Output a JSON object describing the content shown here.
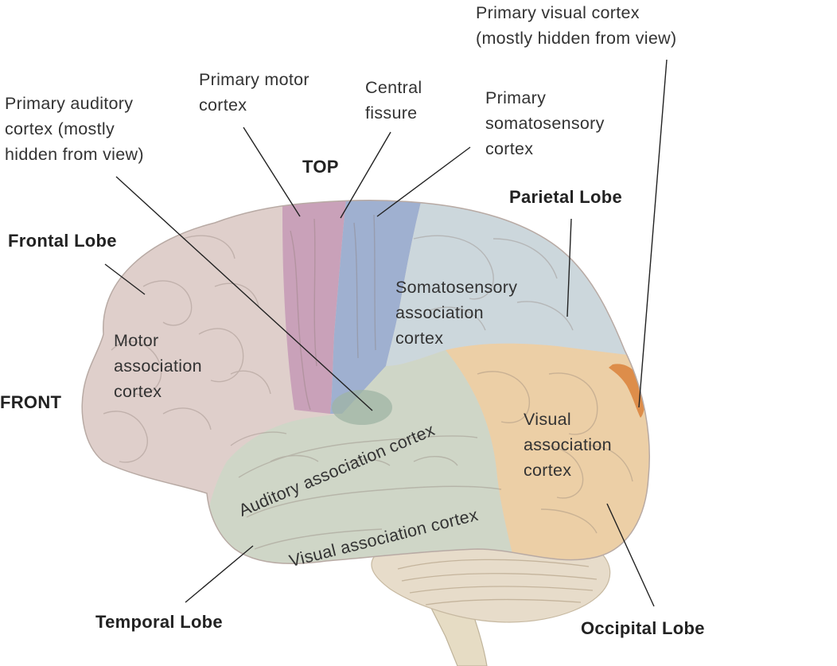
{
  "labels": {
    "primary_visual_cortex": "Primary visual cortex\n(mostly hidden from view)",
    "primary_motor_cortex": "Primary motor\ncortex",
    "central_fissure": "Central\nfissure",
    "primary_somatosensory_cortex": "Primary\nsomatosensory\ncortex",
    "primary_auditory_cortex": "Primary auditory\ncortex (mostly\nhidden from view)",
    "top": "TOP",
    "parietal_lobe": "Parietal Lobe",
    "frontal_lobe": "Frontal Lobe",
    "somatosensory_association_cortex": "Somatosensory\nassociation\ncortex",
    "motor_association_cortex": "Motor\nassociation\ncortex",
    "front": "FRONT",
    "visual_association_cortex_occipital": "Visual\nassociation\ncortex",
    "auditory_association_cortex": "Auditory association cortex",
    "visual_association_cortex_temporal": "Visual association cortex",
    "temporal_lobe": "Temporal Lobe",
    "occipital_lobe": "Occipital Lobe"
  },
  "colors": {
    "frontal": "#dfcfcb",
    "motor": "#c9a1b9",
    "somatosensory": "#9fb0d0",
    "parietal": "#ccd7dc",
    "occipital": "#eccfa6",
    "temporal": "#cfd6c7",
    "primary_visual": "#dd8d4a",
    "primary_auditory": "#9fb4a4",
    "cerebellum": "#e7dcca",
    "brainstem": "#e6dcc4",
    "leader_line": "#222222"
  }
}
